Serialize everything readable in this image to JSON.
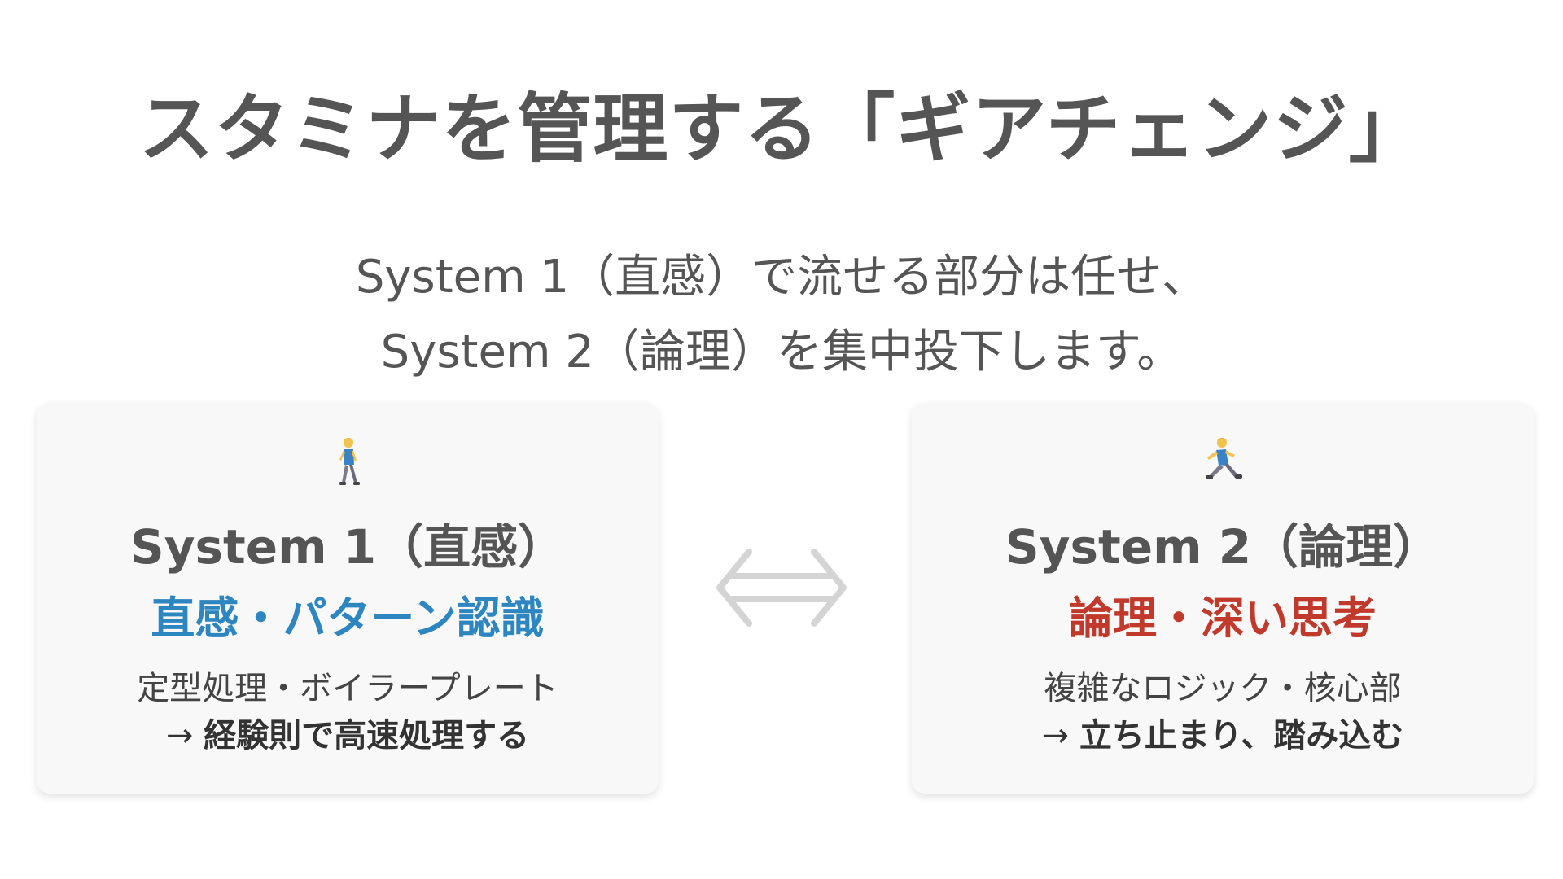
{
  "title": "スタミナを管理する「ギアチェンジ」",
  "subtitle": {
    "line1": "System 1（直感）で流せる部分は任せ、",
    "line2": "System 2（論理）を集中投下します。"
  },
  "cards": {
    "left": {
      "icon": "person-walking-icon",
      "heading": "System 1（直感）",
      "keyword": "直感・パターン認識",
      "desc_line1": "定型処理・ボイラープレート",
      "desc_arrow": "→",
      "desc_strong": "経験則で高速処理する",
      "accent_color": "#2e86c1"
    },
    "right": {
      "icon": "person-running-icon",
      "heading": "System 2（論理）",
      "keyword": "論理・深い思考",
      "desc_line1": "複雑なロジック・核心部",
      "desc_arrow": "→",
      "desc_strong": "立ち止まり、踏み込む",
      "accent_color": "#c0392b"
    }
  },
  "exchange_icon": "left-right-double-arrow-icon"
}
